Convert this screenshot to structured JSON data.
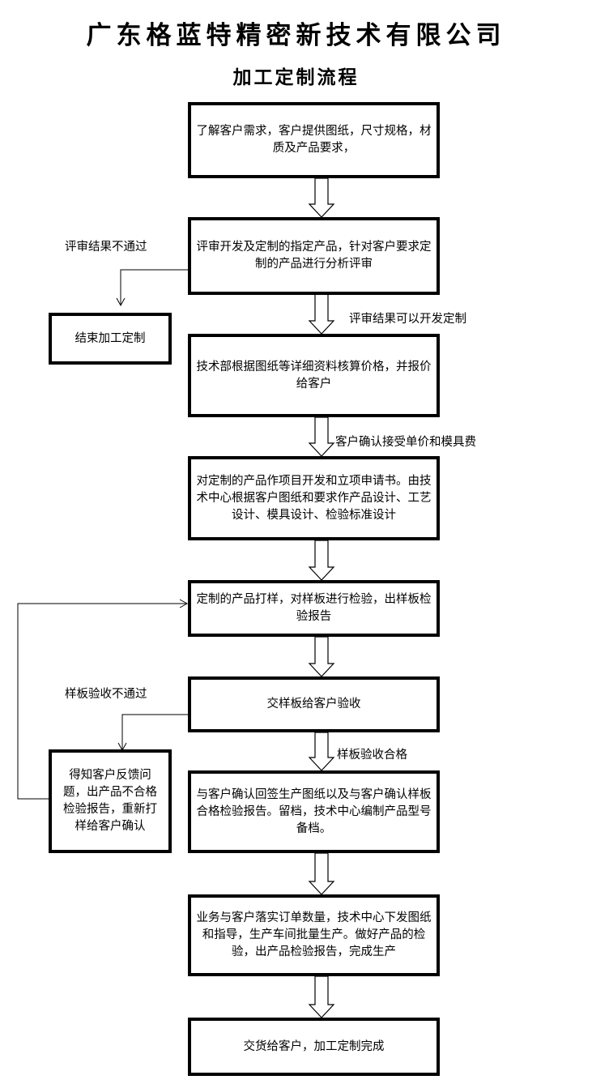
{
  "header": {
    "company": "广东格蓝特精密新技术有限公司",
    "title": "加工定制流程"
  },
  "steps": [
    "了解客户需求，客户提供图纸，尺寸规格，材质及产品要求，",
    "评审开发及定制的指定产品，针对客户要求定制的产品进行分析评审",
    "技术部根据图纸等详细资料核算价格，并报价给客户",
    "对定制的产品作项目开发和立项申请书。由技术中心根据客户图纸和要求作产品设计、工艺设计、模具设计、检验标准设计",
    "定制的产品打样，对样板进行检验，出样板检验报告",
    "交样板给客户验收",
    "与客户确认回签生产图纸以及与客户确认样板合格检验报告。留档，技术中心编制产品型号备档。",
    "业务与客户落实订单数量，技术中心下发图纸和指导，生产车间批量生产。做好产品的检验，出产品检验报告，完成生产",
    "交货给客户，加工定制完成"
  ],
  "side_boxes": {
    "end_custom": "结束加工定制",
    "feedback": "得知客户反馈问题，出产品不合格检验报告，重新打样给客户确认"
  },
  "labels": {
    "review_fail": "评审结果不通过",
    "review_pass": "评审结果可以开发定制",
    "customer_accept": "客户确认接受单价和模具费",
    "sample_fail": "样板验收不通过",
    "sample_pass": "样板验收合格"
  }
}
